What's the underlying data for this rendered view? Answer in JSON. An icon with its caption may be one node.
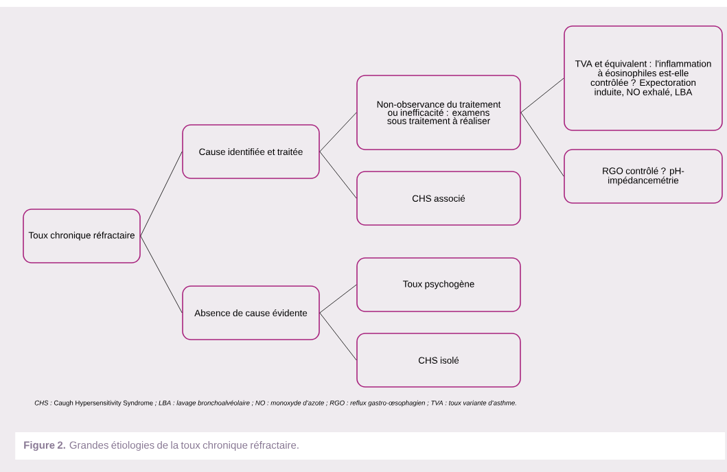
{
  "diagram": {
    "caption": "**Figure 2.** Grandes étiologies de la toux chronique réfractaire.",
    "nodes": [
      {
        "text": [
          "Toux chronique réfractaire"
        ]
      },
      {
        "text": [
          "Cause identifiée et traitée"
        ]
      },
      {
        "text": [
          "Non-observance du traitement ou inefficacité : examens sous traitement à réaliser"
        ]
      },
      {
        "text": [
          "TVA et équivalent : l'inflammation à éosinophiles est-elle contrôlée ? Expectoration induite, NO exhalé, LBA"
        ]
      },
      {
        "text": [
          "RGO contrôlé ? pH-impédancemétrie"
        ]
      },
      {
        "text": [
          "CHS associé"
        ]
      },
      {
        "text": [
          "Absence de cause évidente"
        ]
      },
      {
        "text": [
          "Toux psychogène"
        ]
      },
      {
        "text": [
          "CHS isolé"
        ]
      }
    ],
    "edges": [
      {
        "from": 0,
        "to": 1,
        "arrow": "none"
      },
      {
        "from": 0,
        "to": 6,
        "arrow": "none"
      },
      {
        "from": 1,
        "to": 2,
        "arrow": "none"
      },
      {
        "from": 1,
        "to": 5,
        "arrow": "none"
      },
      {
        "from": 2,
        "to": 3,
        "arrow": "none"
      },
      {
        "from": 2,
        "to": 4,
        "arrow": "none"
      },
      {
        "from": 6,
        "to": 7,
        "arrow": "none"
      },
      {
        "from": 6,
        "to": 8,
        "arrow": "none"
      }
    ],
    "labels": [
      "*CHS :* Caugh Hypersensitivity Syndrome *; LBA : lavage bronchoalvéolaire ; NO : monoxyde d’azote ; RGO : reflux gastro-œsophagien ; TVA : toux variante d’asthme.*"
    ]
  }
}
